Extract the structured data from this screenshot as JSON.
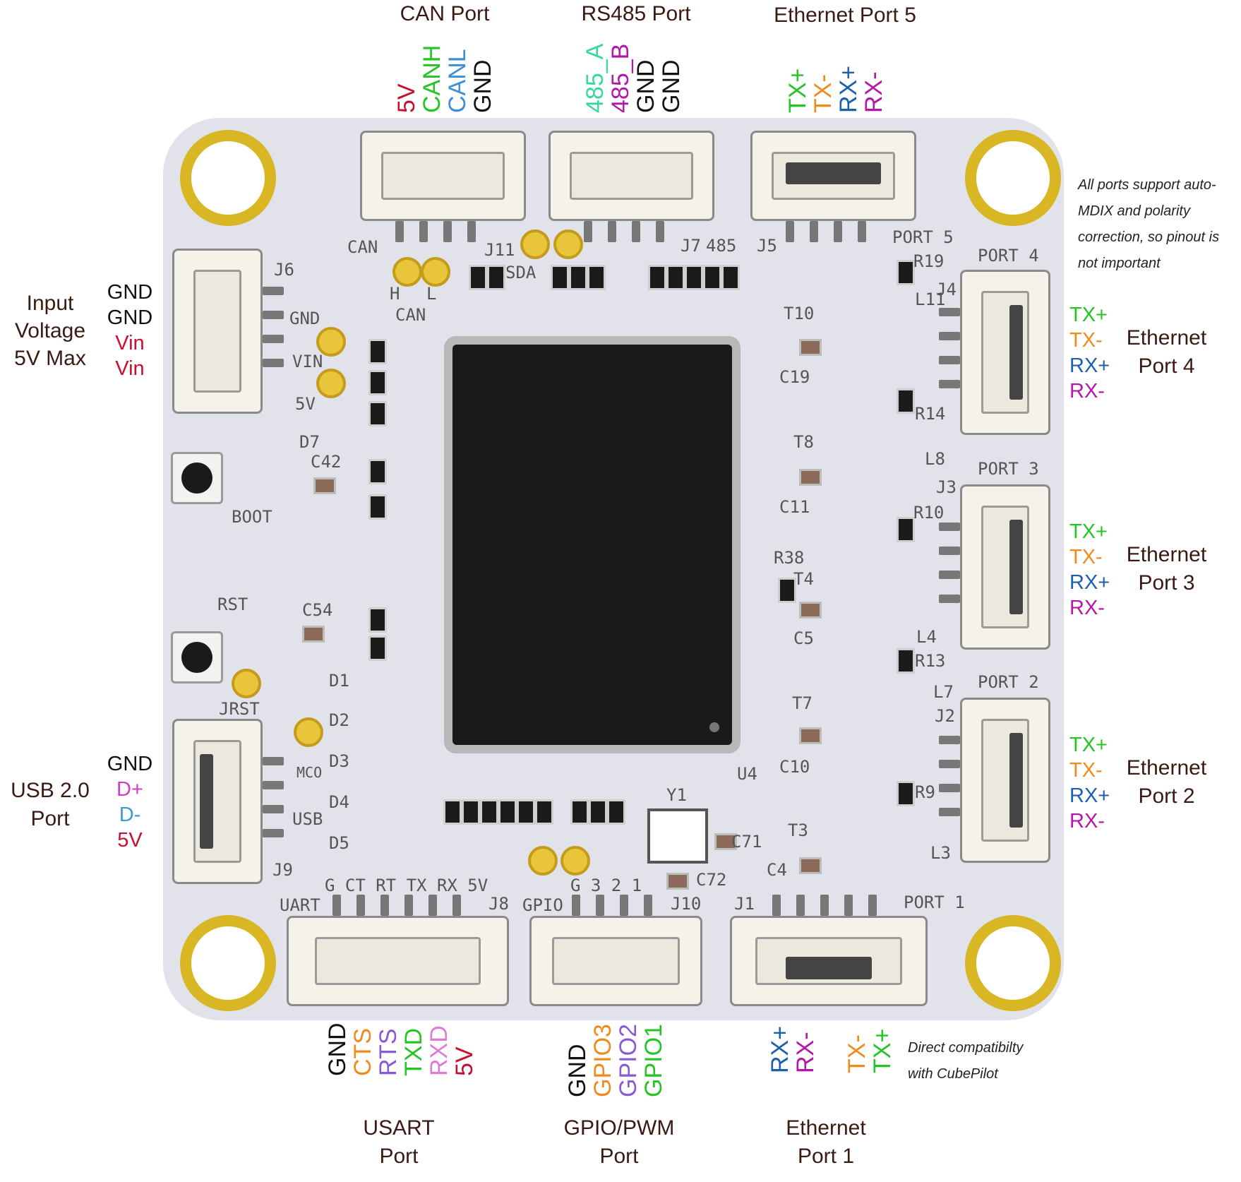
{
  "ports": {
    "can": {
      "title": "CAN Port",
      "pins": [
        {
          "label": "5V",
          "color": "#c8102e"
        },
        {
          "label": "CANH",
          "color": "#23c423"
        },
        {
          "label": "CANL",
          "color": "#3a8fd6"
        },
        {
          "label": "GND",
          "color": "#111111"
        }
      ]
    },
    "rs485": {
      "title": "RS485 Port",
      "pins": [
        {
          "label": "485_A",
          "color": "#3ad6a0"
        },
        {
          "label": "485_B",
          "color": "#b516a8"
        },
        {
          "label": "GND",
          "color": "#111111"
        },
        {
          "label": "GND",
          "color": "#111111"
        }
      ]
    },
    "eth5": {
      "title": "Ethernet Port 5",
      "pins": [
        {
          "label": "TX+",
          "color": "#23c423"
        },
        {
          "label": "TX-",
          "color": "#f08a1a"
        },
        {
          "label": "RX+",
          "color": "#1a5fb0"
        },
        {
          "label": "RX-",
          "color": "#b516a8"
        }
      ]
    },
    "input": {
      "title_line1": "Input",
      "title_line2": "Voltage",
      "title_line3": "5V Max",
      "pins": [
        {
          "label": "GND",
          "color": "#111111"
        },
        {
          "label": "GND",
          "color": "#111111"
        },
        {
          "label": "Vin",
          "color": "#c8102e"
        },
        {
          "label": "Vin",
          "color": "#c8102e"
        }
      ]
    },
    "usb": {
      "title_line1": "USB 2.0",
      "title_line2": "Port",
      "pins": [
        {
          "label": "GND",
          "color": "#111111"
        },
        {
          "label": "D+",
          "color": "#d63ac8"
        },
        {
          "label": "D-",
          "color": "#3a9bd6"
        },
        {
          "label": "5V",
          "color": "#c8102e"
        }
      ]
    },
    "eth4": {
      "title_line1": "Ethernet",
      "title_line2": "Port 4",
      "pins": [
        {
          "label": "TX+",
          "color": "#23c423"
        },
        {
          "label": "TX-",
          "color": "#f08a1a"
        },
        {
          "label": "RX+",
          "color": "#1a5fb0"
        },
        {
          "label": "RX-",
          "color": "#b516a8"
        }
      ]
    },
    "eth3": {
      "title_line1": "Ethernet",
      "title_line2": "Port 3",
      "pins": [
        {
          "label": "TX+",
          "color": "#23c423"
        },
        {
          "label": "TX-",
          "color": "#f08a1a"
        },
        {
          "label": "RX+",
          "color": "#1a5fb0"
        },
        {
          "label": "RX-",
          "color": "#b516a8"
        }
      ]
    },
    "eth2": {
      "title_line1": "Ethernet",
      "title_line2": "Port 2",
      "pins": [
        {
          "label": "TX+",
          "color": "#23c423"
        },
        {
          "label": "TX-",
          "color": "#f08a1a"
        },
        {
          "label": "RX+",
          "color": "#1a5fb0"
        },
        {
          "label": "RX-",
          "color": "#b516a8"
        }
      ]
    },
    "usart": {
      "title_line1": "USART",
      "title_line2": "Port",
      "pins": [
        {
          "label": "GND",
          "color": "#111111"
        },
        {
          "label": "CTS",
          "color": "#f08a1a"
        },
        {
          "label": "RTS",
          "color": "#8a5ad6"
        },
        {
          "label": "TXD",
          "color": "#23c423"
        },
        {
          "label": "RXD",
          "color": "#e07ad8"
        },
        {
          "label": "5V",
          "color": "#c8102e"
        }
      ]
    },
    "gpio": {
      "title_line1": "GPIO/PWM",
      "title_line2": "Port",
      "pins": [
        {
          "label": "GND",
          "color": "#111111"
        },
        {
          "label": "GPIO3",
          "color": "#f08a1a"
        },
        {
          "label": "GPIO2",
          "color": "#8a5ad6"
        },
        {
          "label": "GPIO1",
          "color": "#23c423"
        }
      ]
    },
    "eth1": {
      "title_line1": "Ethernet",
      "title_line2": "Port 1",
      "pins_left": [
        {
          "label": "RX+",
          "color": "#1a5fb0"
        },
        {
          "label": "RX-",
          "color": "#b516a8"
        }
      ],
      "pins_right": [
        {
          "label": "TX-",
          "color": "#f08a1a"
        },
        {
          "label": "TX+",
          "color": "#23c423"
        }
      ]
    }
  },
  "notes": {
    "auto_mdix": [
      "All ports support auto-",
      "MDIX and polarity",
      "correction, so pinout is",
      "not important"
    ],
    "cubepilot": [
      "Direct compatibilty",
      "with CubePilot"
    ]
  },
  "silkscreen": {
    "can": "CAN",
    "j11": "J11",
    "sda": "SDA",
    "j7": "J7",
    "n485": "485",
    "j5": "J5",
    "port5": "PORT 5",
    "port4": "PORT 4",
    "port3": "PORT 3",
    "port2": "PORT 2",
    "port1": "PORT 1",
    "j6": "J6",
    "gnd": "GND",
    "vin": "VIN",
    "v5": "5V",
    "h": "H",
    "l": "L",
    "can2": "CAN",
    "d7": "D7",
    "c42": "C42",
    "boot": "BOOT",
    "rst": "RST",
    "c54": "C54",
    "jrst": "JRST",
    "mco": "MCO",
    "usb": "USB",
    "j9": "J9",
    "d1": "D1",
    "d2": "D2",
    "d3": "D3",
    "d4": "D4",
    "d5": "D5",
    "uart": "UART",
    "uart_pins": "G  CT RT TX RX 5V",
    "j8": "J8",
    "gpio": "GPIO",
    "gpio_pins": "G  3  2  1",
    "j10": "J10",
    "j1": "J1",
    "y1": "Y1",
    "c71": "C71",
    "c72": "C72",
    "u4": "U4",
    "r19": "R19",
    "l11": "L11",
    "t10": "T10",
    "j4": "J4",
    "c19": "C19",
    "r14": "R14",
    "t8": "T8",
    "l8": "L8",
    "c11": "C11",
    "j3": "J3",
    "r10": "R10",
    "r38": "R38",
    "t4": "T4",
    "c5": "C5",
    "l4": "L4",
    "r13": "R13",
    "l7": "L7",
    "t7": "T7",
    "j2": "J2",
    "c10": "C10",
    "r9": "R9",
    "t3": "T3",
    "c4": "C4",
    "l3": "L3"
  },
  "colors": {
    "board": "#e2e2ea",
    "mount_ring": "#d8b624",
    "chip": "#1a1a1a",
    "text": "#3a1a12"
  }
}
